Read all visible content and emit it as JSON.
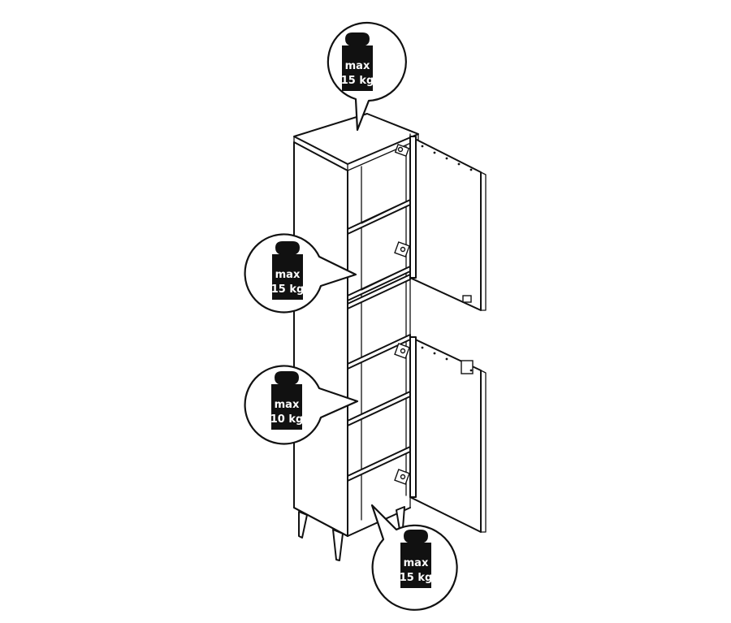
{
  "load_labels": [
    {
      "line1": "max",
      "line2": "15 kg"
    },
    {
      "line1": "max",
      "line2": "15 kg"
    },
    {
      "line1": "max",
      "line2": "10 kg"
    },
    {
      "line1": "max",
      "line2": "15 kg"
    }
  ],
  "colors": {
    "ink": "#111111",
    "background": "#ffffff"
  },
  "icons": [
    "weight-icon",
    "hinge-icon"
  ]
}
